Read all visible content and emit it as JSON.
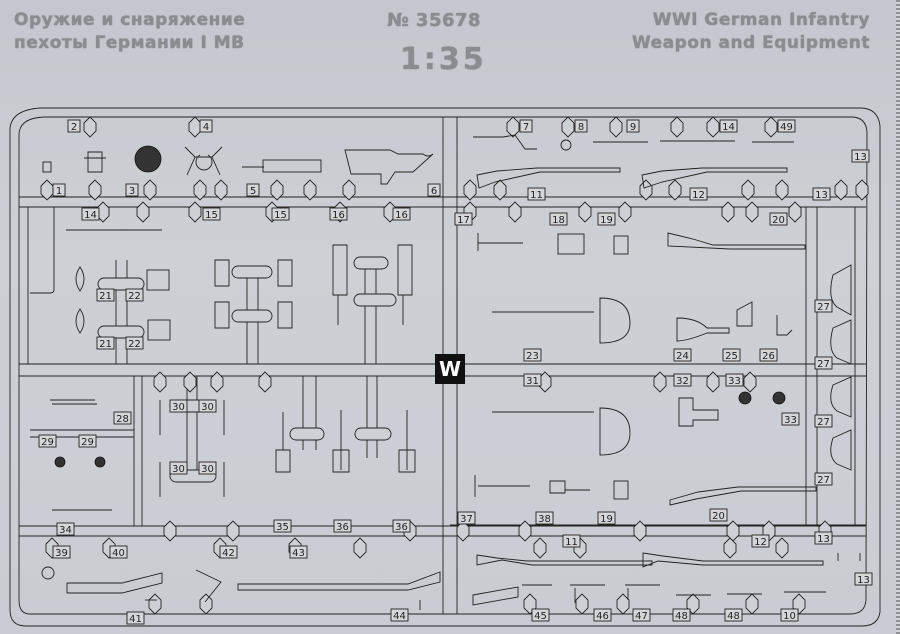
{
  "header": {
    "title_ru_line1": "Оружие и снаряжение",
    "title_ru_line2": "пехоты Германии I МВ",
    "catalog_number": "№ 35678",
    "scale": "1:35",
    "title_en_line1": "WWI German Infantry",
    "title_en_line2": "Weapon and Equipment"
  },
  "sprue": {
    "id": "W",
    "labels": [
      "2",
      "4",
      "1",
      "3",
      "5",
      "6",
      "14",
      "15",
      "15",
      "16",
      "16",
      "7",
      "8",
      "9",
      "14",
      "49",
      "13",
      "11",
      "12",
      "13",
      "17",
      "18",
      "19",
      "20",
      "21",
      "22",
      "21",
      "22",
      "23",
      "31",
      "24",
      "25",
      "26",
      "32",
      "33",
      "33",
      "27",
      "27",
      "27",
      "27",
      "28",
      "29",
      "29",
      "30",
      "30",
      "30",
      "30",
      "34",
      "35",
      "36",
      "36",
      "37",
      "38",
      "19",
      "20",
      "11",
      "12",
      "13",
      "13",
      "39",
      "40",
      "42",
      "43",
      "41",
      "44",
      "45",
      "46",
      "47",
      "48",
      "48",
      "10"
    ]
  },
  "icons": {
    "sprue_badge": "W"
  }
}
